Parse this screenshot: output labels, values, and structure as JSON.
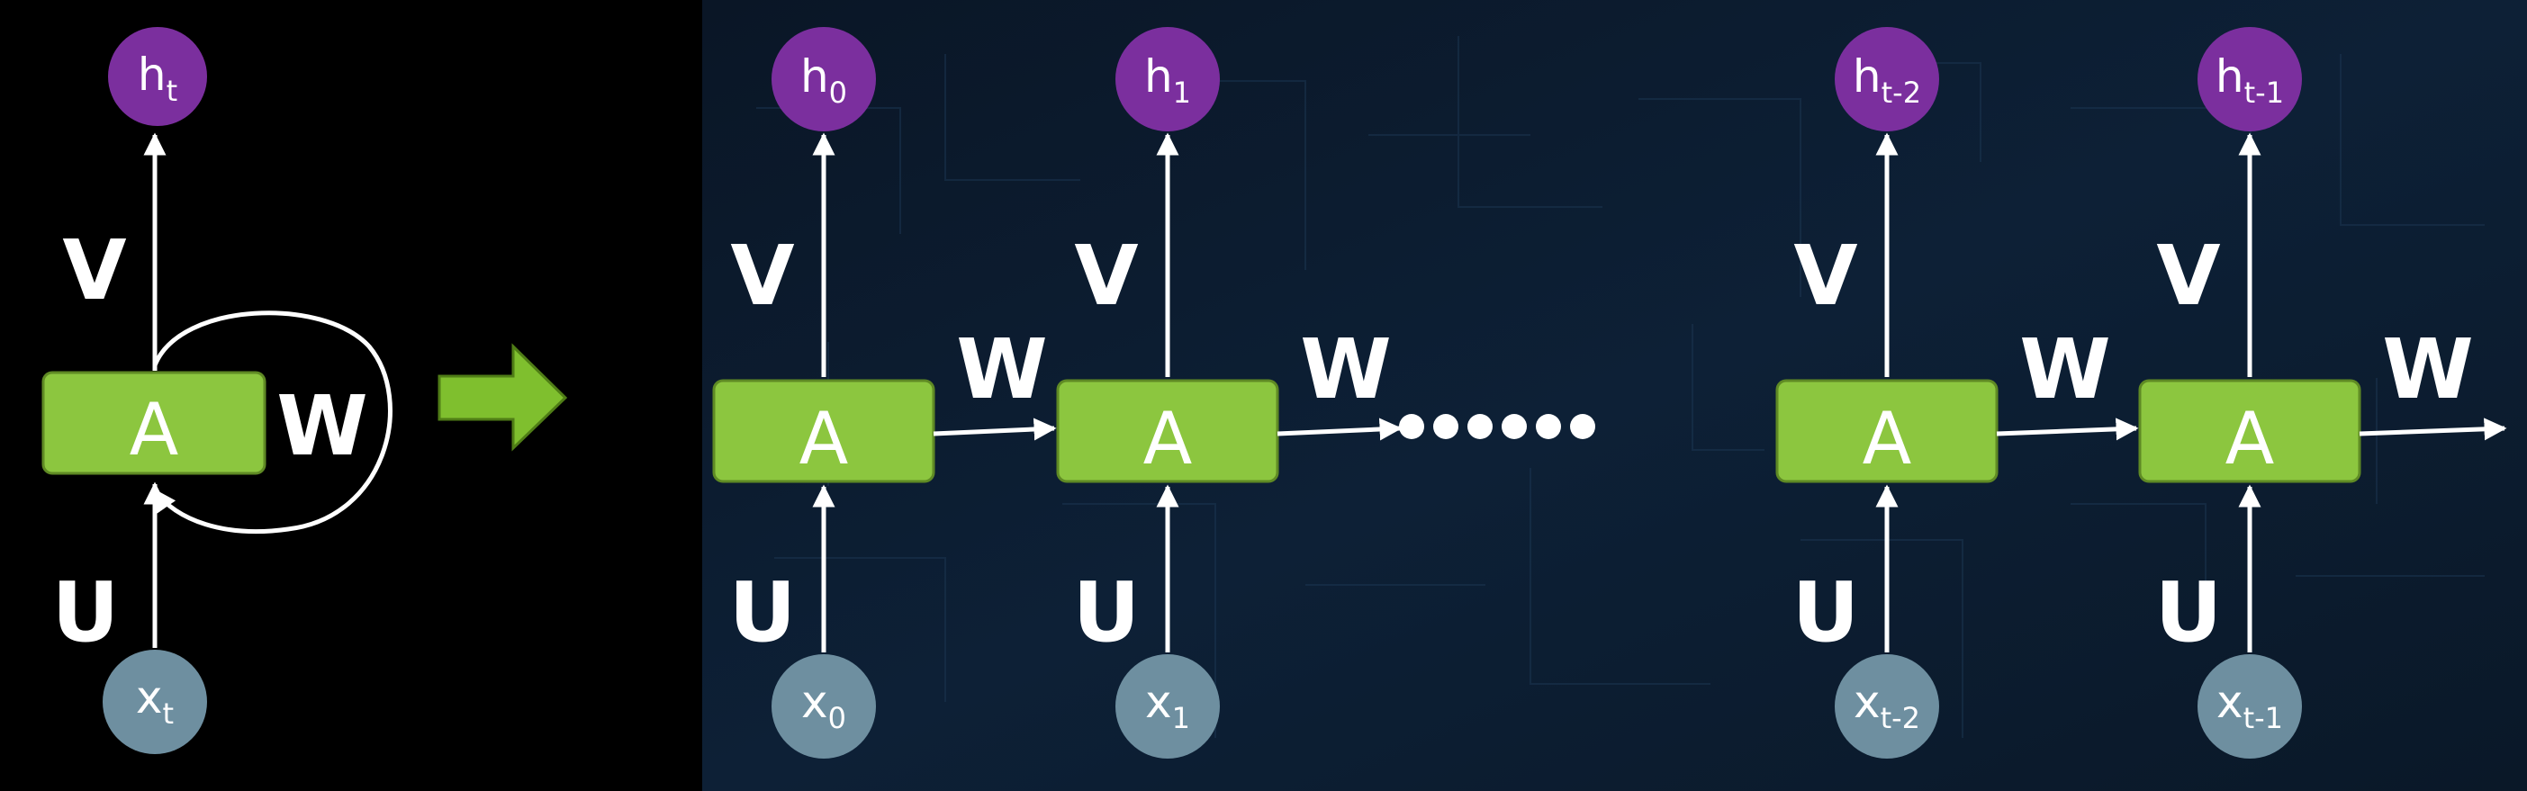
{
  "colors": {
    "background_left": "#000000",
    "background_right": "#0b1a2b",
    "cell": "#8cc63f",
    "cell_border": "#5f8a24",
    "hidden_node": "#7b2f9e",
    "input_node": "#6e8fa0",
    "line": "#ffffff",
    "unroll_arrow": "#7fbf2e"
  },
  "folded": {
    "cell_label": "A",
    "weight_in": "U",
    "weight_out": "V",
    "weight_rec": "W",
    "input": {
      "base": "x",
      "sub": "t"
    },
    "output": {
      "base": "h",
      "sub": "t"
    }
  },
  "unrolled": [
    {
      "cell_label": "A",
      "weight_in": "U",
      "weight_out": "V",
      "weight_rec": "W",
      "input": {
        "base": "x",
        "sub": "0"
      },
      "output": {
        "base": "h",
        "sub": "0"
      }
    },
    {
      "cell_label": "A",
      "weight_in": "U",
      "weight_out": "V",
      "weight_rec": "W",
      "input": {
        "base": "x",
        "sub": "1"
      },
      "output": {
        "base": "h",
        "sub": "1"
      }
    },
    {
      "cell_label": "A",
      "weight_in": "U",
      "weight_out": "V",
      "weight_rec": "W",
      "input": {
        "base": "x",
        "sub": "t-2"
      },
      "output": {
        "base": "h",
        "sub": "t-2"
      }
    },
    {
      "cell_label": "A",
      "weight_in": "U",
      "weight_out": "V",
      "weight_rec": "W",
      "input": {
        "base": "x",
        "sub": "t-1"
      },
      "output": {
        "base": "h",
        "sub": "t-1"
      }
    }
  ],
  "ellipsis_dots": 6
}
